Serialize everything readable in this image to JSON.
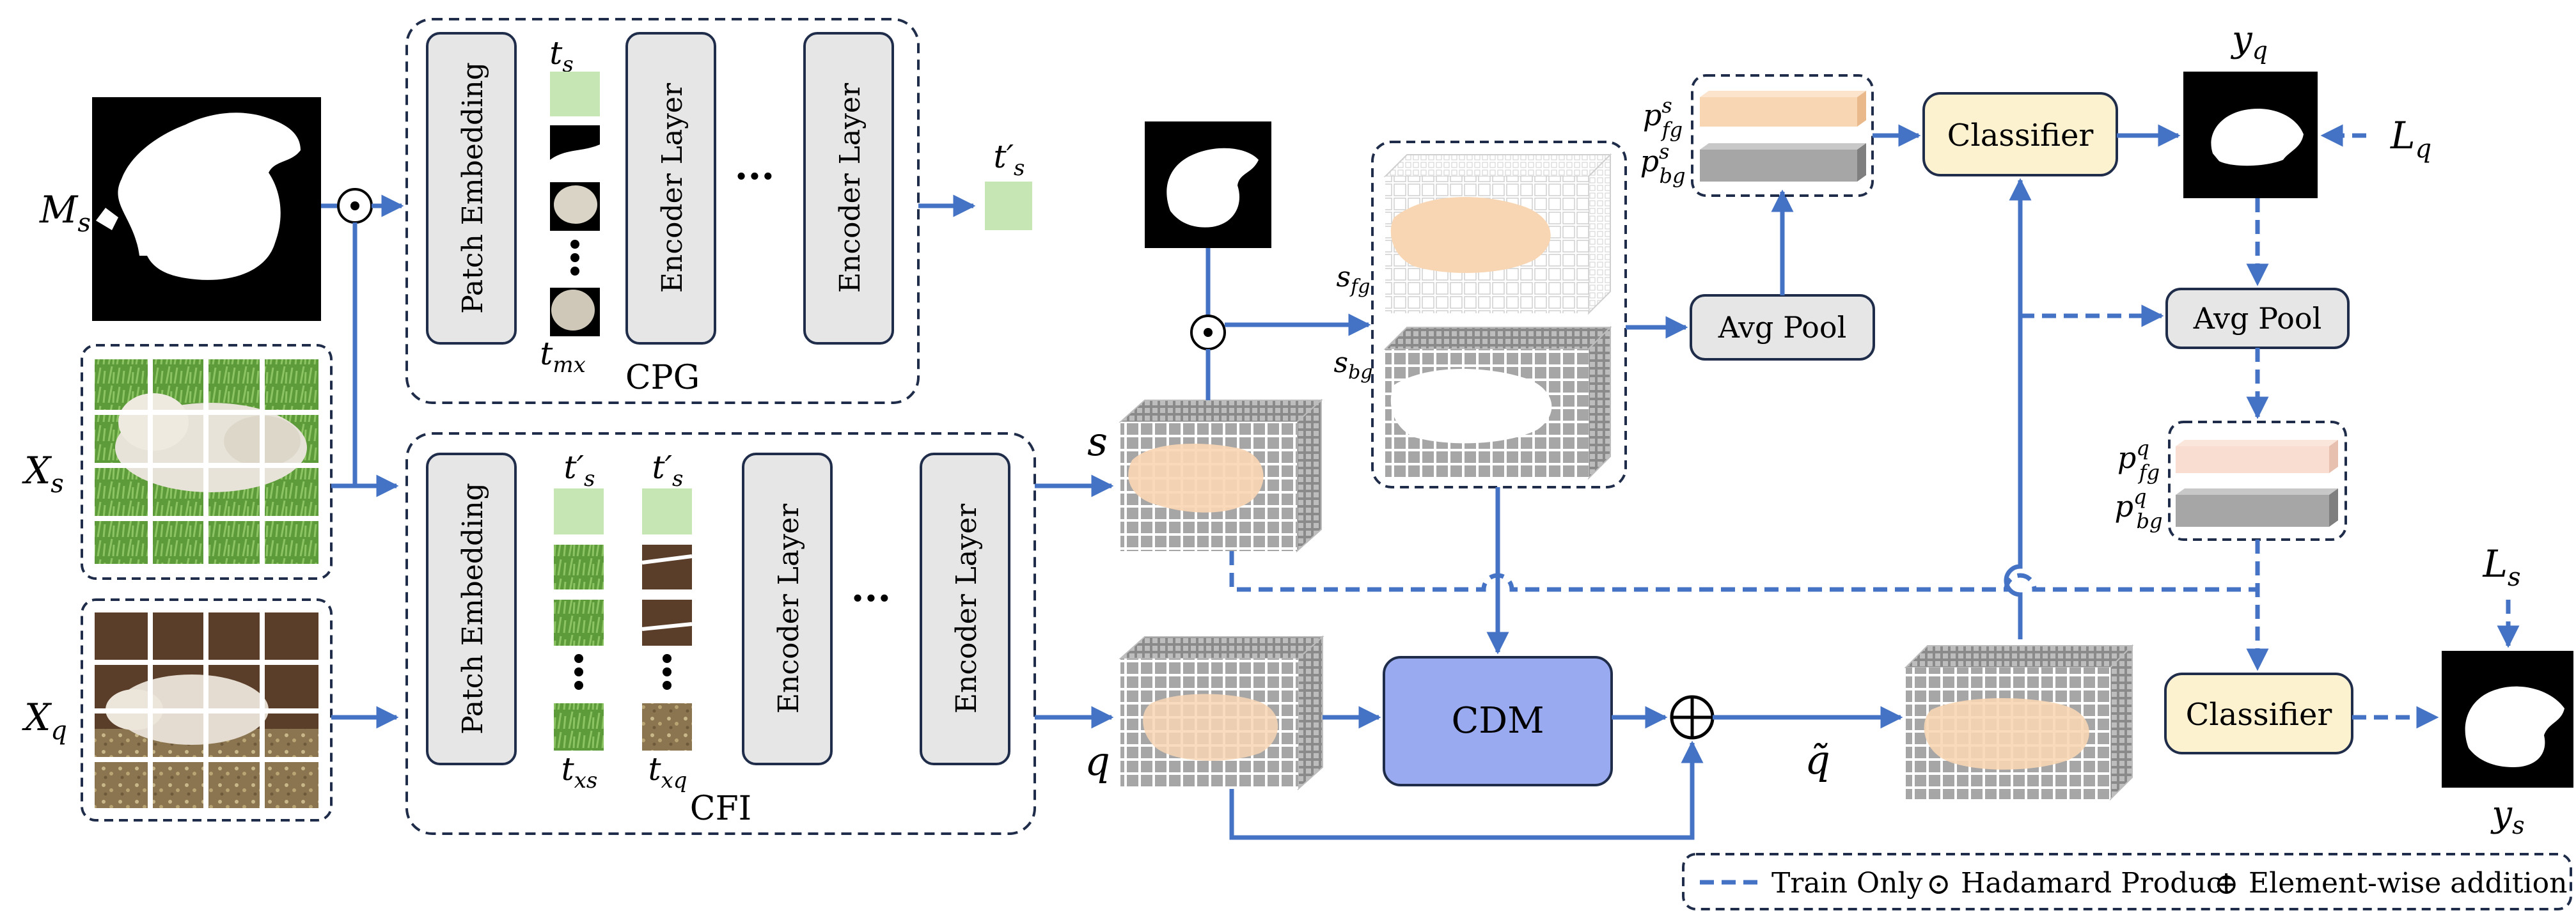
{
  "modules": {
    "cpg_label": "CPG",
    "cfi_label": "CFI",
    "patch_embedding": "Patch Embedding",
    "encoder_layer": "Encoder Layer",
    "ellipsis": "...",
    "cdm": "CDM",
    "avg_pool": "Avg Pool",
    "classifier": "Classifier"
  },
  "symbols": {
    "ms": "M",
    "ms_sub": "s",
    "xs": "X",
    "xs_sub": "s",
    "xq": "X",
    "xq_sub": "q",
    "ts": "t",
    "ts_sub": "s",
    "tmx": "t",
    "tmx_sub": "mx",
    "ts_prime_out": "t′",
    "ts_prime_out_sub": "s",
    "ts_prime": "t′",
    "ts_prime_sub": "s",
    "txs": "t",
    "txs_sub": "xs",
    "txq": "t",
    "txq_sub": "xq",
    "s": "s",
    "q": "q",
    "q_tilde": "q̃",
    "sfg": "s",
    "sfg_sub": "fg",
    "sbg": "s",
    "sbg_sub": "bg",
    "pfg_s": "p",
    "pfg_s_sup": "s",
    "pfg_s_sub": "fg",
    "pbg_s": "p",
    "pbg_s_sup": "s",
    "pbg_s_sub": "bg",
    "pfg_q": "p",
    "pfg_q_sup": "q",
    "pfg_q_sub": "fg",
    "pbg_q": "p",
    "pbg_q_sup": "q",
    "pbg_q_sub": "bg",
    "yq": "y",
    "yq_sub": "q",
    "ys": "y",
    "ys_sub": "s",
    "lq": "L",
    "lq_sub": "q",
    "ls": "L",
    "ls_sub": "s",
    "hadamard": "⊙",
    "add": "⊕"
  },
  "legend": {
    "train_only": "Train Only",
    "hadamard_glyph": "⊙",
    "hadamard": "Hadamard Product",
    "add_glyph": "⊕",
    "add": "Element-wise addition"
  },
  "colors": {
    "arrow": "#4472c4",
    "module_fill": "#e6e6e6",
    "classifier_fill": "#fdf2d0",
    "cdm_fill": "#9aaaf0",
    "token_green": "#c6e6b4",
    "fg_peach": "#f8d6b4",
    "bg_gray": "#a6a6a6",
    "frame": "#1f2d4a"
  }
}
